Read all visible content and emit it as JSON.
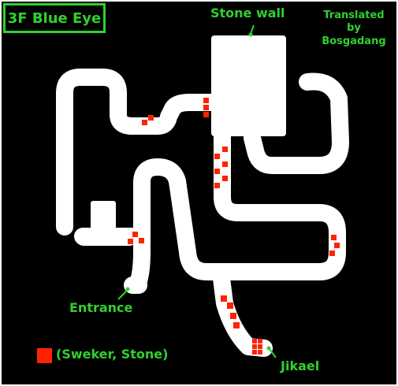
{
  "title": "3F Blue Eye",
  "credit": {
    "line1": "Translated",
    "line2": "by",
    "line3": "Bosgadang"
  },
  "labels": {
    "stone_wall": "Stone wall",
    "entrance": "Entrance",
    "jikael": "Jikael"
  },
  "legend": {
    "text": "(Sweker, Stone)",
    "color": "#ff2200"
  },
  "colors": {
    "background": "#000000",
    "path": "#ffffff",
    "label_green": "#2fd12f",
    "monster": "#ff2200"
  }
}
